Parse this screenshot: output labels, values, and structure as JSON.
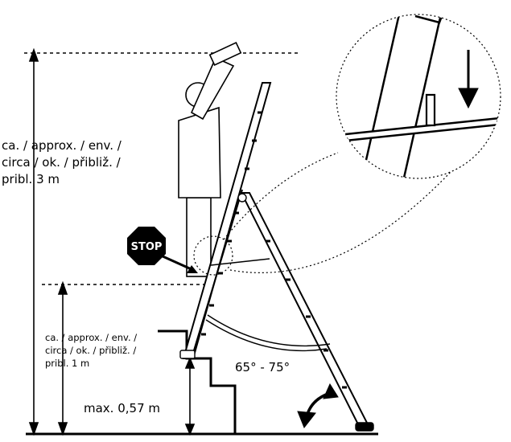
{
  "labels": {
    "height_total": [
      "ca. / approx. / env. /",
      "circa / ok. / přibliž. /",
      "pribl. 3 m"
    ],
    "height_step": [
      "ca. / approx. / env. /",
      "circa / ok. / přibliž. /",
      "pribl. 1 m"
    ],
    "max_step": "max. 0,57 m",
    "angle": "65° - 75°",
    "stop_sign": "STOP"
  },
  "colors": {
    "ink": "#000000",
    "paper": "#ffffff"
  },
  "icons": [
    "stop-sign-icon",
    "down-arrow-icon",
    "rotate-arrow-icon"
  ]
}
